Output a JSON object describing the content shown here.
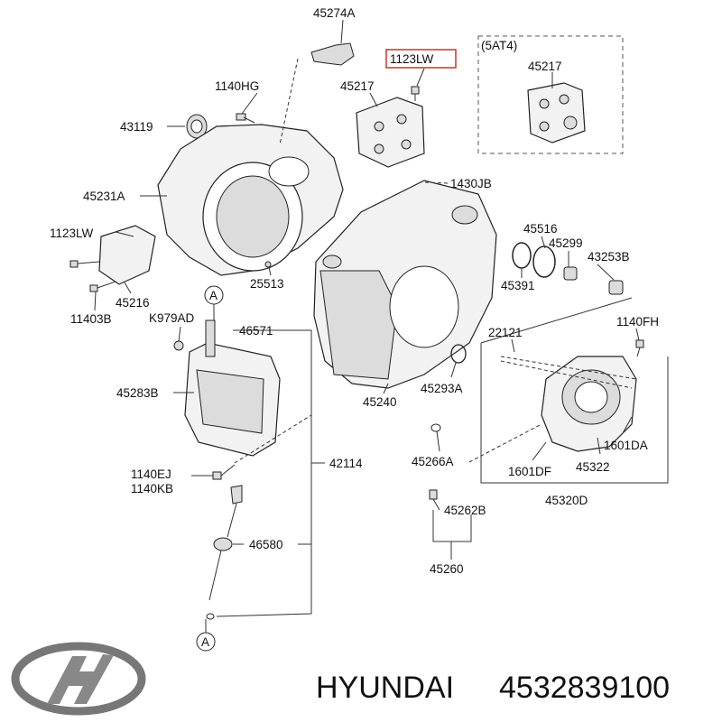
{
  "callouts": {
    "p45274A": "45274A",
    "p1123LW_top": "1123LW",
    "p5AT4": "(5AT4)",
    "p45217_box": "45217",
    "p1140HG": "1140HG",
    "p45217": "45217",
    "p43119": "43119",
    "p45231A": "45231A",
    "p1430JB": "1430JB",
    "p45516": "45516",
    "p45299": "45299",
    "p1123LW": "1123LW",
    "p43253B": "43253B",
    "p45391": "45391",
    "p45216": "45216",
    "p25513": "25513",
    "p11403B": "11403B",
    "pA_top": "A",
    "pK979AD": "K979AD",
    "p46571": "46571",
    "p1140FH": "1140FH",
    "p22121": "22121",
    "p45283B": "45283B",
    "p45240": "45240",
    "p45293A": "45293A",
    "p1601DA": "1601DA",
    "p1140EJ": "1140EJ",
    "p1140KB": "1140KB",
    "p42114": "42114",
    "p45266A": "45266A",
    "p1601DF": "1601DF",
    "p45322": "45322",
    "p45320D": "45320D",
    "p45262B": "45262B",
    "p46580": "46580",
    "p45260": "45260",
    "pA_bottom": "A"
  },
  "highlight_color": "#c0392b",
  "footer": {
    "brand": "HYUNDAI",
    "part_number": "4532839100"
  }
}
